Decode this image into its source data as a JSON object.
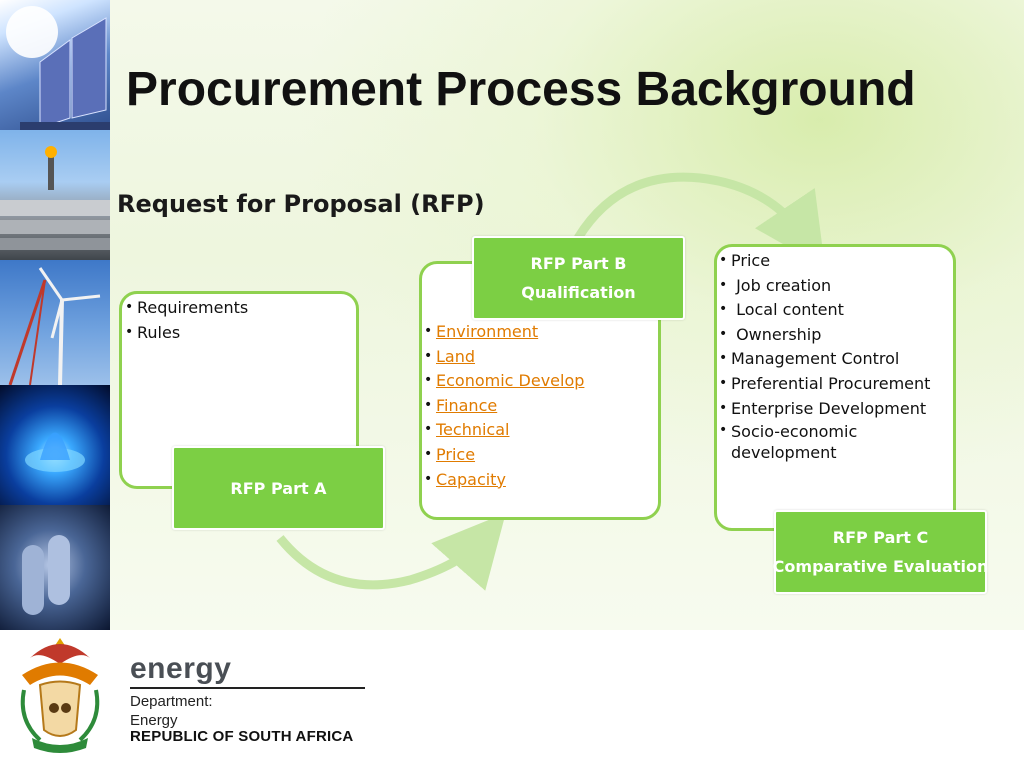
{
  "slide": {
    "title": "Procurement Process Background",
    "subtitle": "Request for Proposal (RFP)"
  },
  "part_a": {
    "items": [
      "Requirements",
      "Rules"
    ],
    "label": "RFP Part A"
  },
  "part_b": {
    "items": [
      "Environment",
      "Land",
      "Economic Develop",
      "Finance",
      "Technical",
      "Price",
      "Capacity"
    ],
    "label_line1": "RFP Part B",
    "label_line2": "Qualification"
  },
  "part_c": {
    "items": [
      "Price",
      " Job creation",
      " Local content",
      " Ownership",
      "Management Control",
      "Preferential Procurement",
      "Enterprise Development",
      "Socio-economic development"
    ],
    "label_line1": "RFP Part C",
    "label_line2": "Comparative Evaluation"
  },
  "footer": {
    "brand": "energy",
    "dept_line1": "Department:",
    "dept_line2": "Energy",
    "country": "REPUBLIC OF SOUTH AFRICA"
  },
  "colors": {
    "accent_green": "#7ccf44",
    "box_border": "#8fd14f",
    "link_orange": "#e07b00"
  }
}
